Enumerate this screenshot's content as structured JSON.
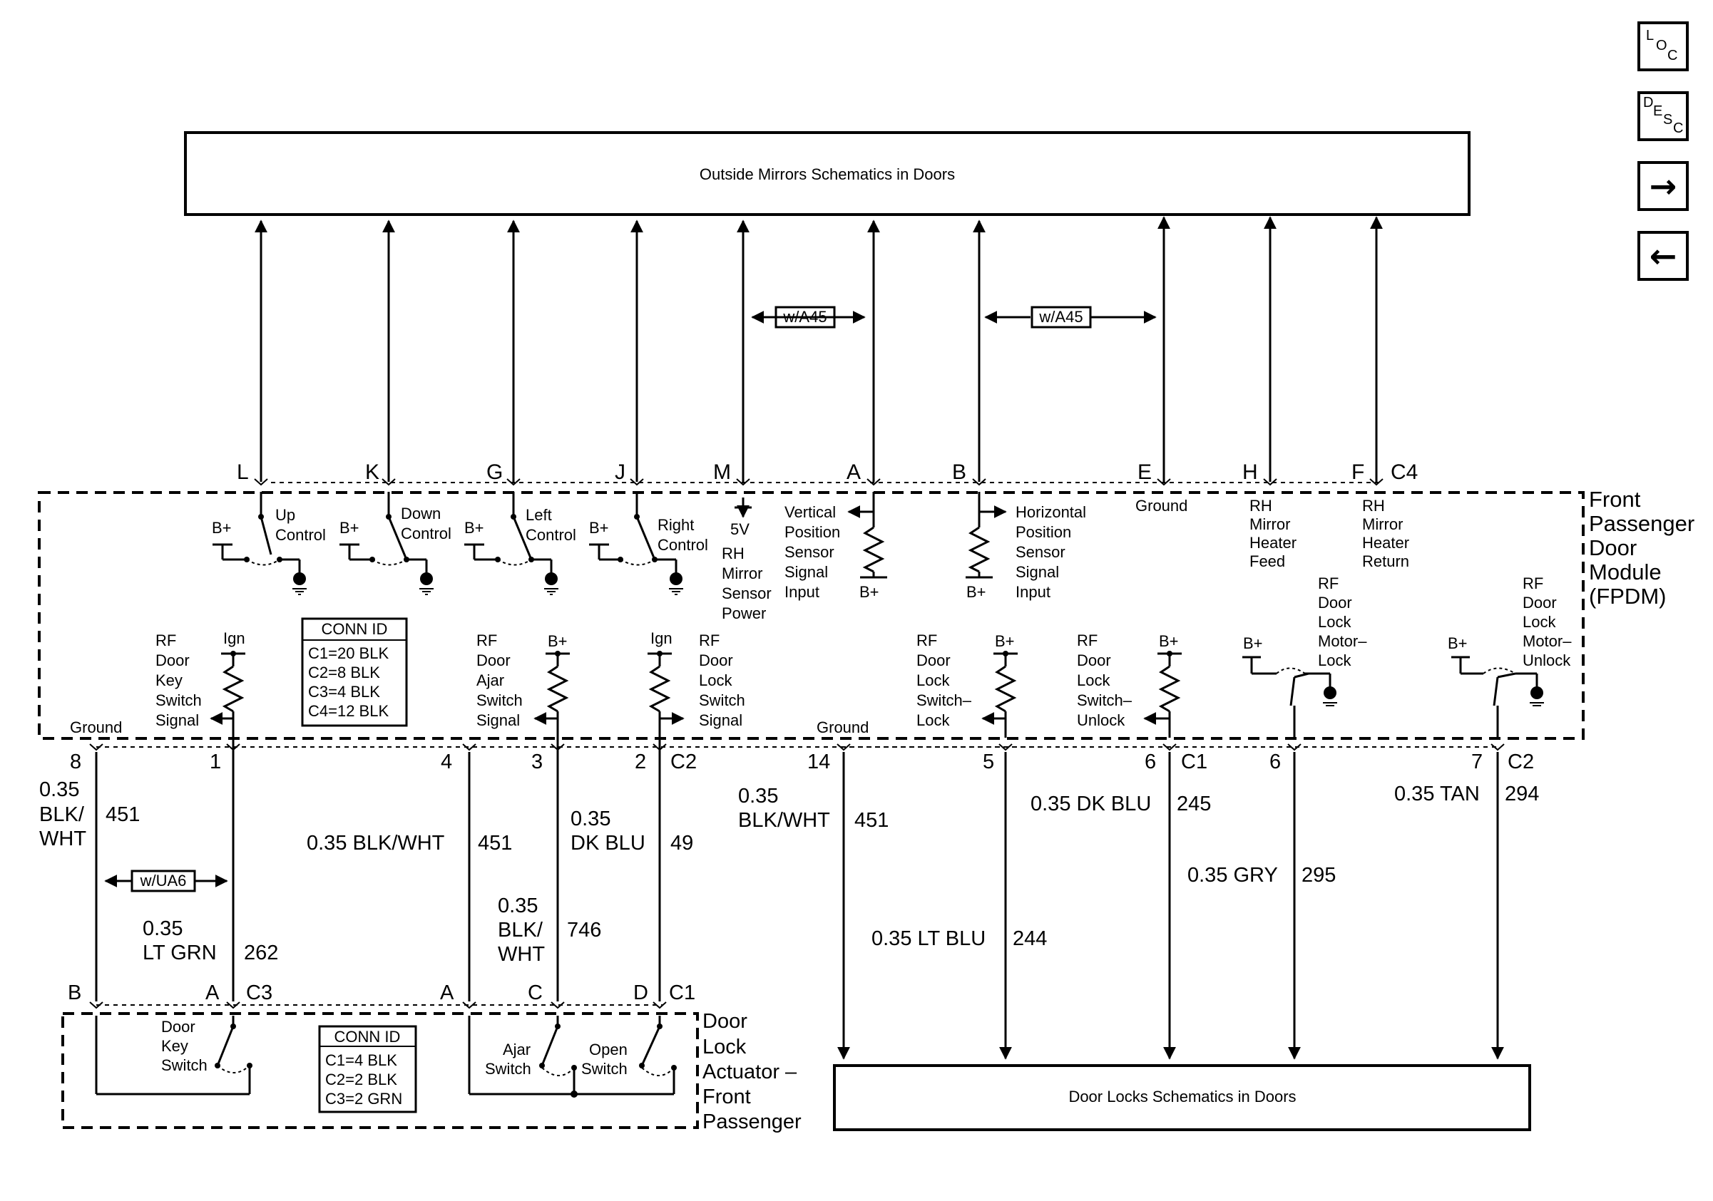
{
  "nav": {
    "loc": [
      "L",
      "O",
      "C"
    ],
    "desc": [
      "D",
      "E",
      "S",
      "C"
    ],
    "next": "→",
    "prev": "←"
  },
  "boxes": {
    "mirrors": "Outside Mirrors Schematics in Doors",
    "doorlocks": "Door Locks Schematics in Doors"
  },
  "options": {
    "wa45": "w/A45",
    "wua6": "w/UA6"
  },
  "fpdm": {
    "title": [
      "Front",
      "Passenger",
      "Door",
      "Module",
      "(FPDM)"
    ],
    "pins": [
      "L",
      "K",
      "G",
      "J",
      "M",
      "A",
      "B",
      "E",
      "H",
      "F"
    ],
    "c4": "C4",
    "switches": [
      {
        "bp": "B+",
        "label": [
          "Up",
          "Control"
        ]
      },
      {
        "bp": "B+",
        "label": [
          "Down",
          "Control"
        ]
      },
      {
        "bp": "B+",
        "label": [
          "Left",
          "Control"
        ]
      },
      {
        "bp": "B+",
        "label": [
          "Right",
          "Control"
        ]
      }
    ],
    "sensor_power": {
      "v": "5V",
      "label": [
        "RH",
        "Mirror",
        "Sensor",
        "Power"
      ]
    },
    "vertical": {
      "label": [
        "Vertical",
        "Position",
        "Sensor",
        "Signal",
        "Input"
      ],
      "bp": "B+"
    },
    "horizontal": {
      "label": [
        "Horizontal",
        "Position",
        "Sensor",
        "Signal",
        "Input"
      ],
      "bp": "B+"
    },
    "ground_e": "Ground",
    "heater_feed": [
      "RH",
      "Mirror",
      "Heater",
      "Feed"
    ],
    "heater_return": [
      "RH",
      "Mirror",
      "Heater",
      "Return"
    ],
    "conn_id": {
      "title": "CONN ID",
      "rows": [
        "C1=20 BLK",
        "C2=8 BLK",
        "C3=4 BLK",
        "C4=12 BLK"
      ]
    },
    "key_switch": {
      "supply": "Ign",
      "label": [
        "RF",
        "Door",
        "Key",
        "Switch",
        "Signal"
      ]
    },
    "ajar_switch": {
      "supply": "B+",
      "label": [
        "RF",
        "Door",
        "Ajar",
        "Switch",
        "Signal"
      ]
    },
    "lock_switch": {
      "supply": "Ign",
      "label": [
        "RF",
        "Door",
        "Lock",
        "Switch",
        "Signal"
      ]
    },
    "lock_sw_lock": {
      "supply": "B+",
      "label": [
        "RF",
        "Door",
        "Lock",
        "Switch–",
        "Lock"
      ]
    },
    "lock_sw_unlock": {
      "supply": "B+",
      "label": [
        "RF",
        "Door",
        "Lock",
        "Switch–",
        "Unlock"
      ]
    },
    "motor_lock": {
      "supply": "B+",
      "label": [
        "RF",
        "Door",
        "Lock",
        "Motor–",
        "Lock"
      ]
    },
    "motor_unlock": {
      "supply": "B+",
      "label": [
        "RF",
        "Door",
        "Lock",
        "Motor–",
        "Unlock"
      ]
    },
    "ground_left": "Ground",
    "ground_mid": "Ground"
  },
  "bottom_pins": {
    "p8": "8",
    "p1": "1",
    "p4": "4",
    "p3": "3",
    "p2": "2",
    "c2a": "C2",
    "p14": "14",
    "p5": "5",
    "p6a": "6",
    "c1a": "C1",
    "p6b": "6",
    "p7": "7",
    "c2b": "C2"
  },
  "wires": {
    "w451a": {
      "size": "0.35",
      "color": [
        "BLK/",
        "WHT"
      ],
      "circuit": "451"
    },
    "w262": {
      "size": "0.35",
      "color": "LT GRN",
      "circuit": "262"
    },
    "w451b": {
      "spec": "0.35 BLK/WHT",
      "circuit": "451"
    },
    "w746": {
      "size": "0.35",
      "color": [
        "BLK/",
        "WHT"
      ],
      "circuit": "746"
    },
    "w49": {
      "size": "0.35",
      "color": "DK BLU",
      "circuit": "49"
    },
    "w451c": {
      "size": "0.35",
      "color": "BLK/WHT",
      "circuit": "451"
    },
    "w244": {
      "spec": "0.35 LT BLU",
      "circuit": "244"
    },
    "w245": {
      "spec": "0.35 DK BLU",
      "circuit": "245"
    },
    "w295": {
      "spec": "0.35 GRY",
      "circuit": "295"
    },
    "w294": {
      "spec": "0.35 TAN",
      "circuit": "294"
    }
  },
  "actuator": {
    "pins": {
      "b": "B",
      "a1": "A",
      "c3": "C3",
      "a2": "A",
      "c": "C",
      "d": "D",
      "c1": "C1"
    },
    "title": [
      "Door",
      "Lock",
      "Actuator –",
      "Front",
      "Passenger"
    ],
    "key_switch": [
      "Door",
      "Key",
      "Switch"
    ],
    "ajar": [
      "Ajar",
      "Switch"
    ],
    "open": [
      "Open",
      "Switch"
    ],
    "conn_id": {
      "title": "CONN ID",
      "rows": [
        "C1=4 BLK",
        "C2=2 BLK",
        "C3=2 GRN"
      ]
    }
  }
}
